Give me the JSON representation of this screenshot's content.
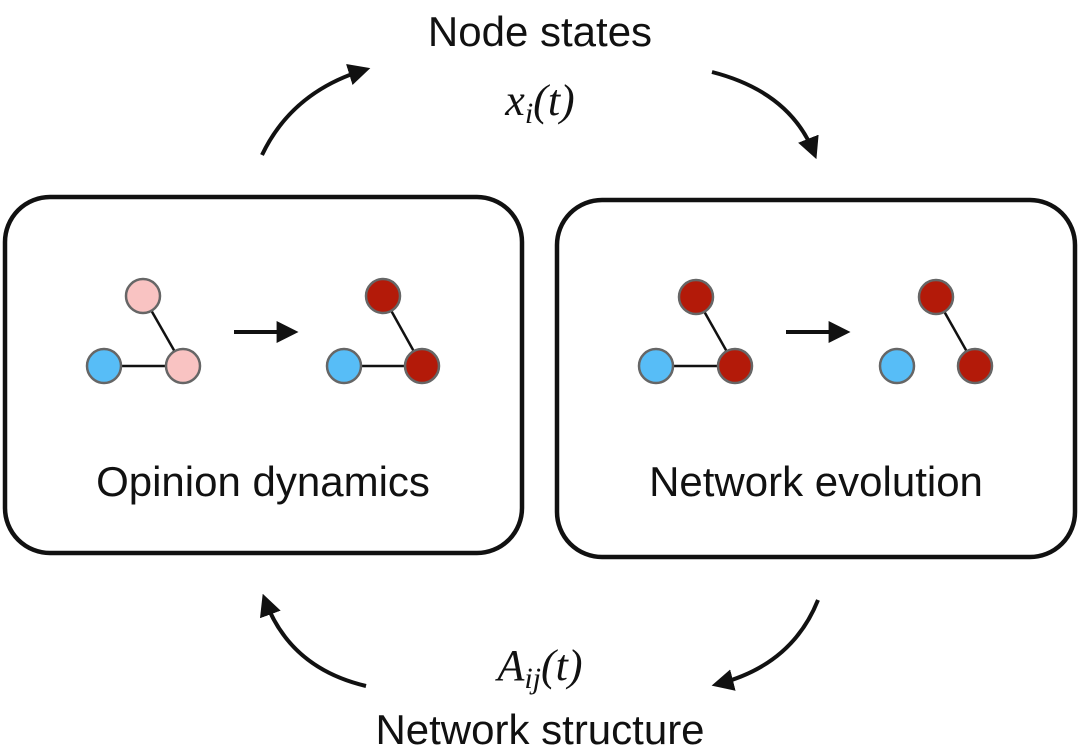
{
  "top_label": {
    "line1": "Node states",
    "math_var": "x",
    "math_sub": "i",
    "math_arg": "(t)"
  },
  "bottom_label": {
    "line1": "Network structure",
    "math_var": "A",
    "math_sub": "ij",
    "math_arg": "(t)"
  },
  "panels": [
    {
      "title": "Opinion dynamics"
    },
    {
      "title": "Network evolution"
    }
  ],
  "colors": {
    "blue": "#57bdf7",
    "light_red": "#f9c3c2",
    "dark_red": "#b31a09",
    "stroke": "#666666",
    "frame": "#111111"
  }
}
